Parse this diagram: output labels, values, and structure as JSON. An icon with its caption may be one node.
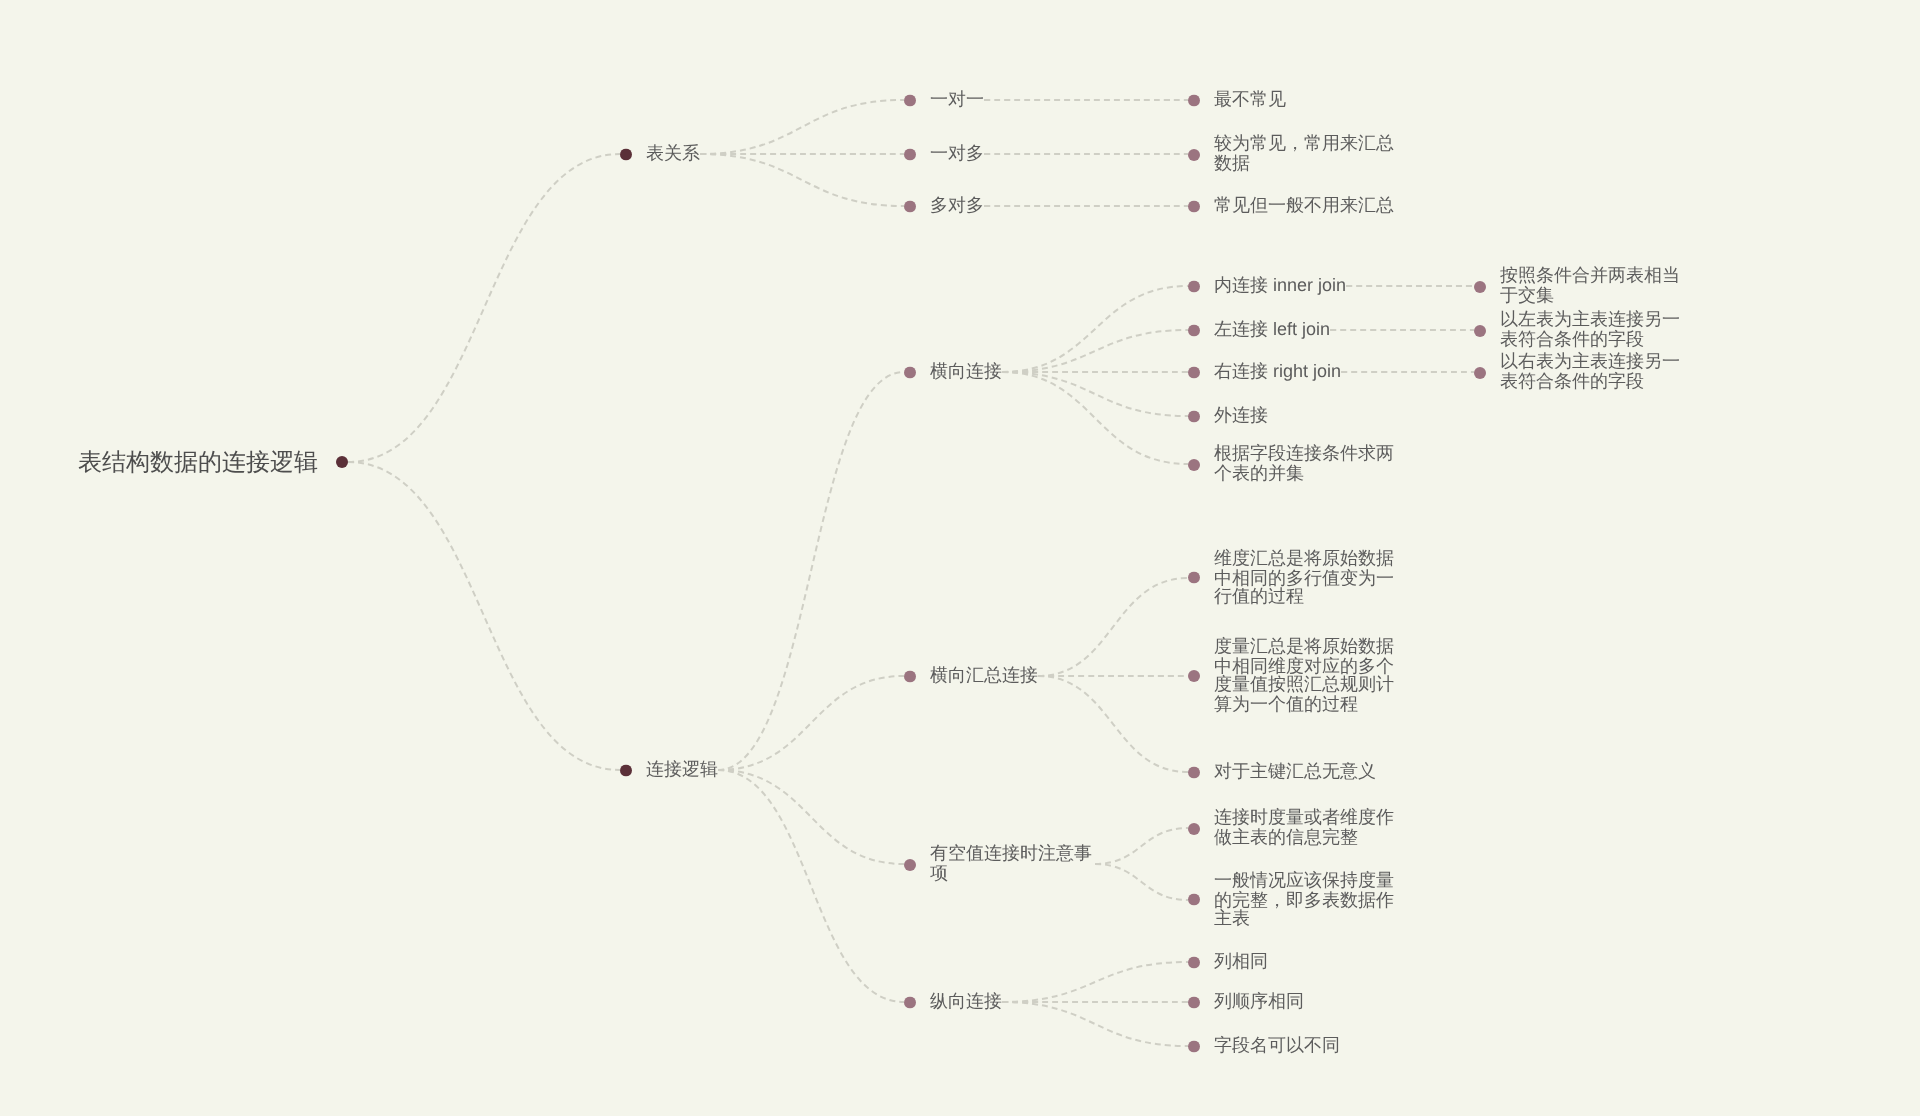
{
  "diagram": {
    "nodes": [
      {
        "text": [
          "表结构数据的连接逻辑"
        ]
      },
      {
        "text": [
          "表关系"
        ]
      },
      {
        "text": [
          "一对一"
        ]
      },
      {
        "text": [
          "最不常见"
        ]
      },
      {
        "text": [
          "一对多"
        ]
      },
      {
        "text": [
          "较为常见，常用来汇总数据"
        ]
      },
      {
        "text": [
          "多对多"
        ]
      },
      {
        "text": [
          "常见但一般不用来汇总"
        ]
      },
      {
        "text": [
          "连接逻辑"
        ]
      },
      {
        "text": [
          "横向连接"
        ]
      },
      {
        "text": [
          "内连接 inner join"
        ]
      },
      {
        "text": [
          "按照条件合并两表相当于交集"
        ]
      },
      {
        "text": [
          "左连接 left join"
        ]
      },
      {
        "text": [
          "以左表为主表连接另一表符合条件的字段"
        ]
      },
      {
        "text": [
          "右连接 right join"
        ]
      },
      {
        "text": [
          "以右表为主表连接另一表符合条件的字段"
        ]
      },
      {
        "text": [
          "外连接"
        ]
      },
      {
        "text": [
          "根据字段连接条件求两个表的并集"
        ]
      },
      {
        "text": [
          "横向汇总连接"
        ]
      },
      {
        "text": [
          "维度汇总是将原始数据中相同的多行值变为一行值的过程"
        ]
      },
      {
        "text": [
          "度量汇总是将原始数据中相同维度对应的多个度量值按照汇总规则计算为一个值的过程"
        ]
      },
      {
        "text": [
          "对于主键汇总无意义"
        ]
      },
      {
        "text": [
          "有空值连接时注意事项"
        ]
      },
      {
        "text": [
          "连接时度量或者维度作做主表的信息完整"
        ]
      },
      {
        "text": [
          "一般情况应该保持度量的完整，即多表数据作主表"
        ]
      },
      {
        "text": [
          "纵向连接"
        ]
      },
      {
        "text": [
          "列相同"
        ]
      },
      {
        "text": [
          "列顺序相同"
        ]
      },
      {
        "text": [
          "字段名可以不同"
        ]
      }
    ],
    "edges": [
      {
        "from": 0,
        "to": 1,
        "arrow": "none"
      },
      {
        "from": 0,
        "to": 8,
        "arrow": "none"
      },
      {
        "from": 1,
        "to": 2,
        "arrow": "none"
      },
      {
        "from": 1,
        "to": 4,
        "arrow": "none"
      },
      {
        "from": 1,
        "to": 6,
        "arrow": "none"
      },
      {
        "from": 2,
        "to": 3,
        "arrow": "none"
      },
      {
        "from": 4,
        "to": 5,
        "arrow": "none"
      },
      {
        "from": 6,
        "to": 7,
        "arrow": "none"
      },
      {
        "from": 8,
        "to": 9,
        "arrow": "none"
      },
      {
        "from": 8,
        "to": 18,
        "arrow": "none"
      },
      {
        "from": 8,
        "to": 22,
        "arrow": "none"
      },
      {
        "from": 8,
        "to": 25,
        "arrow": "none"
      },
      {
        "from": 9,
        "to": 10,
        "arrow": "none"
      },
      {
        "from": 9,
        "to": 12,
        "arrow": "none"
      },
      {
        "from": 9,
        "to": 14,
        "arrow": "none"
      },
      {
        "from": 9,
        "to": 16,
        "arrow": "none"
      },
      {
        "from": 9,
        "to": 17,
        "arrow": "none"
      },
      {
        "from": 10,
        "to": 11,
        "arrow": "none"
      },
      {
        "from": 12,
        "to": 13,
        "arrow": "none"
      },
      {
        "from": 14,
        "to": 15,
        "arrow": "none"
      },
      {
        "from": 18,
        "to": 19,
        "arrow": "none"
      },
      {
        "from": 18,
        "to": 20,
        "arrow": "none"
      },
      {
        "from": 18,
        "to": 21,
        "arrow": "none"
      },
      {
        "from": 22,
        "to": 23,
        "arrow": "none"
      },
      {
        "from": 22,
        "to": 24,
        "arrow": "none"
      },
      {
        "from": 25,
        "to": 26,
        "arrow": "none"
      },
      {
        "from": 25,
        "to": 27,
        "arrow": "none"
      },
      {
        "from": 25,
        "to": 28,
        "arrow": "none"
      }
    ]
  }
}
